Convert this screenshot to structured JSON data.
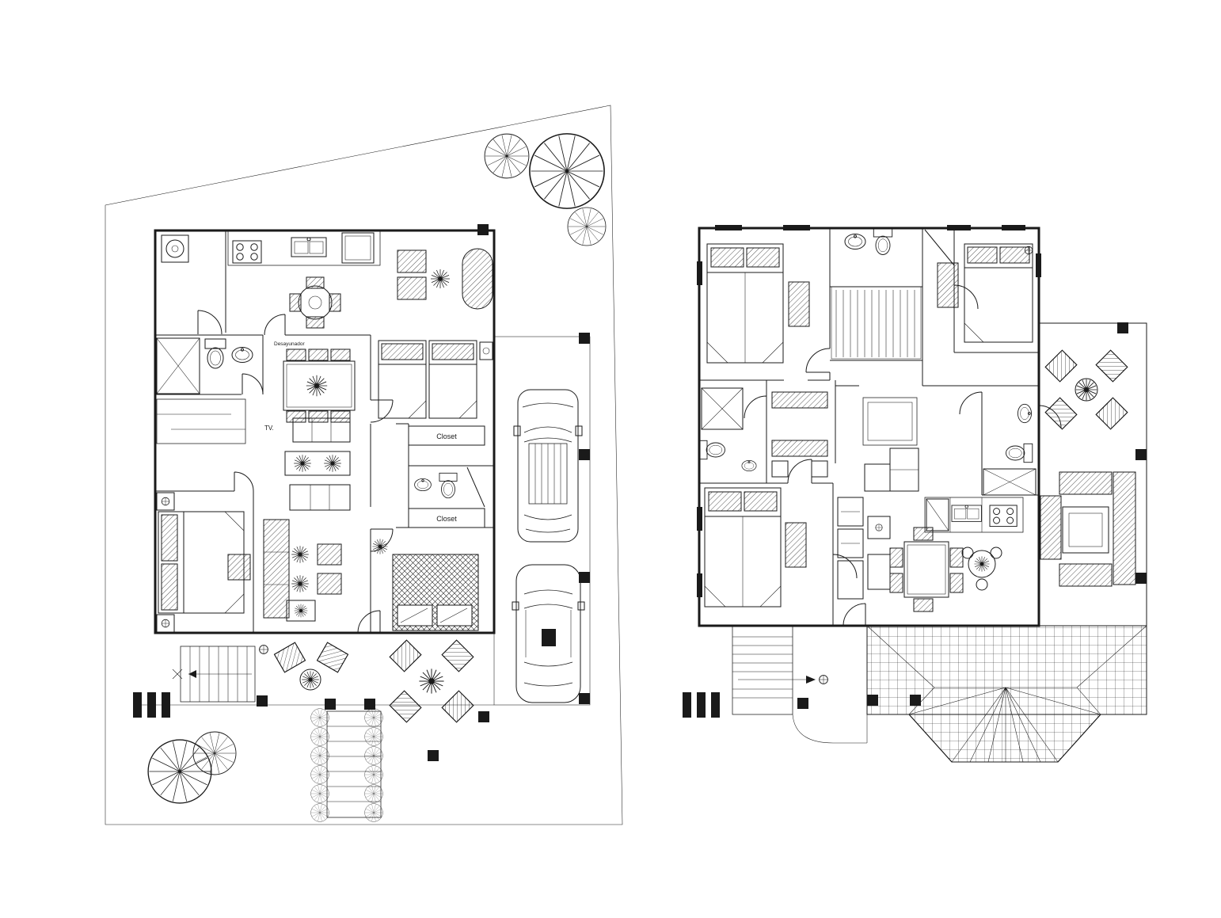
{
  "colors": {
    "ink": "#1a1a1a",
    "paper": "#ffffff"
  },
  "labels": {
    "desayunador": "Desayunador",
    "tv": "TV.",
    "closet_top": "Closet",
    "closet_bottom": "Closet"
  }
}
